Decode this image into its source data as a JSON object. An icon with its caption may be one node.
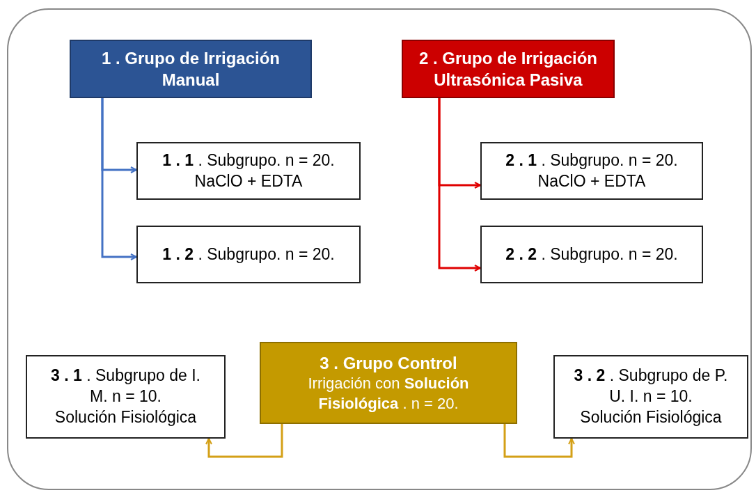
{
  "diagram": {
    "nodes": [
      {
        "text": [
          "1 . Grupo de Irrigación Manual"
        ]
      },
      {
        "text": [
          "2 . Grupo de Irrigación Ultrasónica Pasiva"
        ]
      },
      {
        "text": [
          "**1 . 1** . Subgrupo. n = 20.",
          "NaClO + EDTA"
        ]
      },
      {
        "text": [
          "**1 . 2** . Subgrupo. n = 20."
        ]
      },
      {
        "text": [
          "**2 . 1** . Subgrupo. n = 20.",
          "NaClO + EDTA"
        ]
      },
      {
        "text": [
          "**2 . 2** . Subgrupo. n = 20."
        ]
      },
      {
        "text": [
          "**3 . 1** . Subgrupo de I. M. n = 10.",
          "Solución Fisiológica"
        ]
      },
      {
        "text": [
          "3 . Grupo Control",
          "Irrigación con **Solución Fisiológica** . n = 20."
        ]
      },
      {
        "text": [
          "**3 . 2** . Subgrupo de P. U. I.  n = 10.",
          "Solución Fisiológica"
        ]
      }
    ],
    "edges": [
      {
        "from": 0,
        "to": 2,
        "arrow": "to",
        "color": "#4472c4"
      },
      {
        "from": 0,
        "to": 3,
        "arrow": "to",
        "color": "#4472c4"
      },
      {
        "from": 1,
        "to": 4,
        "arrow": "to",
        "color": "#e00000"
      },
      {
        "from": 1,
        "to": 5,
        "arrow": "to",
        "color": "#e00000"
      },
      {
        "from": 7,
        "to": 6,
        "arrow": "to",
        "color": "#d4a017"
      },
      {
        "from": 7,
        "to": 8,
        "arrow": "to",
        "color": "#d4a017"
      }
    ]
  }
}
